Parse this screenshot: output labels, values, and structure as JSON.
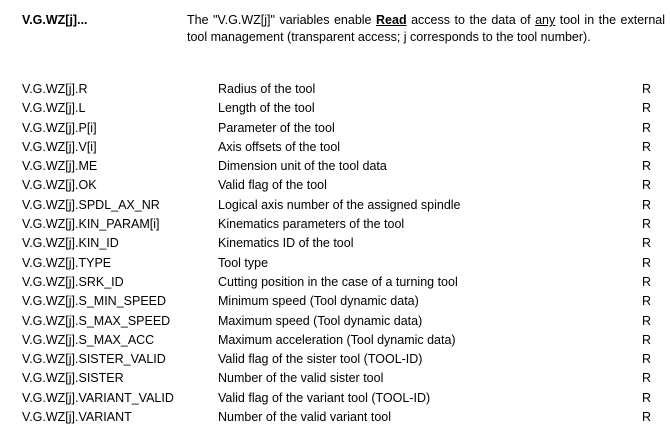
{
  "header": {
    "term": "V.G.WZ[j]...",
    "desc_part1": "The \"V.G.WZ[j]\" variables enable ",
    "desc_read": "Read",
    "desc_part2": " access to the data of ",
    "desc_any": "any",
    "desc_part3": " tool in the external tool management (transparent access; j corresponds to the tool number)."
  },
  "rows": [
    {
      "variable": "V.G.WZ[j].R",
      "description": "Radius of the tool",
      "access": "R"
    },
    {
      "variable": "V.G.WZ[j].L",
      "description": "Length of the tool",
      "access": "R"
    },
    {
      "variable": "V.G.WZ[j].P[i]",
      "description": "Parameter of the tool",
      "access": "R"
    },
    {
      "variable": "V.G.WZ[j].V[i]",
      "description": "Axis offsets of the tool",
      "access": "R"
    },
    {
      "variable": "V.G.WZ[j].ME",
      "description": "Dimension unit of the tool data",
      "access": "R"
    },
    {
      "variable": "V.G.WZ[j].OK",
      "description": "Valid flag of the tool",
      "access": "R"
    },
    {
      "variable": "V.G.WZ[j].SPDL_AX_NR",
      "description": "Logical axis number of the assigned spindle",
      "access": "R"
    },
    {
      "variable": "V.G.WZ[j].KIN_PARAM[i]",
      "description": "Kinematics parameters of the tool",
      "access": "R"
    },
    {
      "variable": "V.G.WZ[j].KIN_ID",
      "description": "Kinematics ID of the tool",
      "access": "R"
    },
    {
      "variable": "V.G.WZ[j].TYPE",
      "description": "Tool type",
      "access": "R"
    },
    {
      "variable": "V.G.WZ[j].SRK_ID",
      "description": "Cutting position in the case of a turning tool",
      "access": "R"
    },
    {
      "variable": "V.G.WZ[j].S_MIN_SPEED",
      "description": "Minimum speed (Tool dynamic data)",
      "access": "R"
    },
    {
      "variable": "V.G.WZ[j].S_MAX_SPEED",
      "description": "Maximum speed (Tool dynamic data)",
      "access": "R"
    },
    {
      "variable": "V.G.WZ[j].S_MAX_ACC",
      "description": "Maximum acceleration (Tool dynamic data)",
      "access": "R"
    },
    {
      "variable": "V.G.WZ[j].SISTER_VALID",
      "description": "Valid flag of the sister tool (TOOL-ID)",
      "access": "R"
    },
    {
      "variable": "V.G.WZ[j].SISTER",
      "description": "Number of the valid sister tool",
      "access": "R"
    },
    {
      "variable": "V.G.WZ[j].VARIANT_VALID",
      "description": "Valid flag of the variant tool (TOOL-ID)",
      "access": "R"
    },
    {
      "variable": "V.G.WZ[j].VARIANT",
      "description": "Number of the valid variant tool",
      "access": "R"
    }
  ]
}
